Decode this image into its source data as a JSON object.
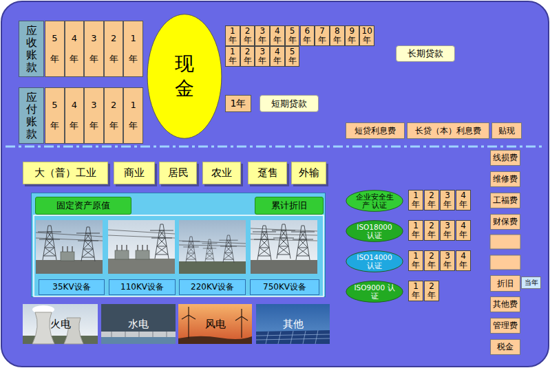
{
  "diagram": {
    "nodes": [
      {
        "text": [
          "应收账款"
        ]
      },
      {
        "text": [
          "5 年"
        ]
      },
      {
        "text": [
          "4 年"
        ]
      },
      {
        "text": [
          "3 年"
        ]
      },
      {
        "text": [
          "2 年"
        ]
      },
      {
        "text": [
          "1 年"
        ]
      },
      {
        "text": [
          "现金"
        ]
      },
      {
        "text": [
          "1 年"
        ]
      },
      {
        "text": [
          "2 年"
        ]
      },
      {
        "text": [
          "3 年"
        ]
      },
      {
        "text": [
          "4 年"
        ]
      },
      {
        "text": [
          "5 年"
        ]
      },
      {
        "text": [
          "6 年"
        ]
      },
      {
        "text": [
          "7 年"
        ]
      },
      {
        "text": [
          "8 年"
        ]
      },
      {
        "text": [
          "9 年"
        ]
      },
      {
        "text": [
          "10 年"
        ]
      },
      {
        "text": [
          "1 年"
        ]
      },
      {
        "text": [
          "2 年"
        ]
      },
      {
        "text": [
          "3 年"
        ]
      },
      {
        "text": [
          "4 年"
        ]
      },
      {
        "text": [
          "5 年"
        ]
      },
      {
        "text": [
          "长期贷款"
        ]
      },
      {
        "text": [
          "应付账款"
        ]
      },
      {
        "text": [
          "5 年"
        ]
      },
      {
        "text": [
          "4 年"
        ]
      },
      {
        "text": [
          "3 年"
        ]
      },
      {
        "text": [
          "2 年"
        ]
      },
      {
        "text": [
          "1 年"
        ]
      },
      {
        "text": [
          "1年"
        ]
      },
      {
        "text": [
          "短期贷款"
        ]
      },
      {
        "text": [
          "短贷利息费"
        ]
      },
      {
        "text": [
          "长贷（本）利息费"
        ]
      },
      {
        "text": [
          "贴现"
        ]
      },
      {
        "text": [
          "大（普）工业"
        ]
      },
      {
        "text": [
          "商业"
        ]
      },
      {
        "text": [
          "居民"
        ]
      },
      {
        "text": [
          "农业"
        ]
      },
      {
        "text": [
          "趸售"
        ]
      },
      {
        "text": [
          "外输"
        ]
      },
      {
        "text": [
          "固定资产原值",
          "累计折旧"
        ]
      },
      {
        "text": [
          "35KV设备"
        ],
        "in": 40
      },
      {
        "text": [
          "110KV设备"
        ],
        "in": 40
      },
      {
        "text": [
          "220KV设备"
        ],
        "in": 40
      },
      {
        "text": [
          "750KV设备"
        ],
        "in": 40
      },
      {
        "text": [
          "火电"
        ]
      },
      {
        "text": [
          "水电"
        ]
      },
      {
        "text": [
          "风电"
        ]
      },
      {
        "text": [
          "其他"
        ]
      },
      {
        "text": [
          "企业安全生产 认证"
        ]
      },
      {
        "text": [
          "1 年"
        ]
      },
      {
        "text": [
          "2 年"
        ]
      },
      {
        "text": [
          "3 年"
        ]
      },
      {
        "text": [
          "4 年"
        ]
      },
      {
        "text": [
          "ISO18000 认证"
        ]
      },
      {
        "text": [
          "1 年"
        ]
      },
      {
        "text": [
          "2 年"
        ]
      },
      {
        "text": [
          "3 年"
        ]
      },
      {
        "text": [
          "4 年"
        ]
      },
      {
        "text": [
          "ISO14000 认证"
        ]
      },
      {
        "text": [
          "1 年"
        ]
      },
      {
        "text": [
          "2 年"
        ]
      },
      {
        "text": [
          "3 年"
        ]
      },
      {
        "text": [
          "4 年"
        ]
      },
      {
        "text": [
          "ISO9000 认证"
        ]
      },
      {
        "text": [
          "1 年"
        ]
      },
      {
        "text": [
          "2 年"
        ]
      },
      {
        "text": [
          "线损费"
        ]
      },
      {
        "text": [
          "维修费"
        ]
      },
      {
        "text": [
          "工福费"
        ]
      },
      {
        "text": [
          "财保费"
        ]
      },
      {
        "text": [
          "折旧"
        ]
      },
      {
        "text": [
          "当年"
        ]
      },
      {
        "text": [
          "其他费"
        ]
      },
      {
        "text": [
          "管理费"
        ]
      },
      {
        "text": [
          "税金"
        ]
      }
    ]
  }
}
